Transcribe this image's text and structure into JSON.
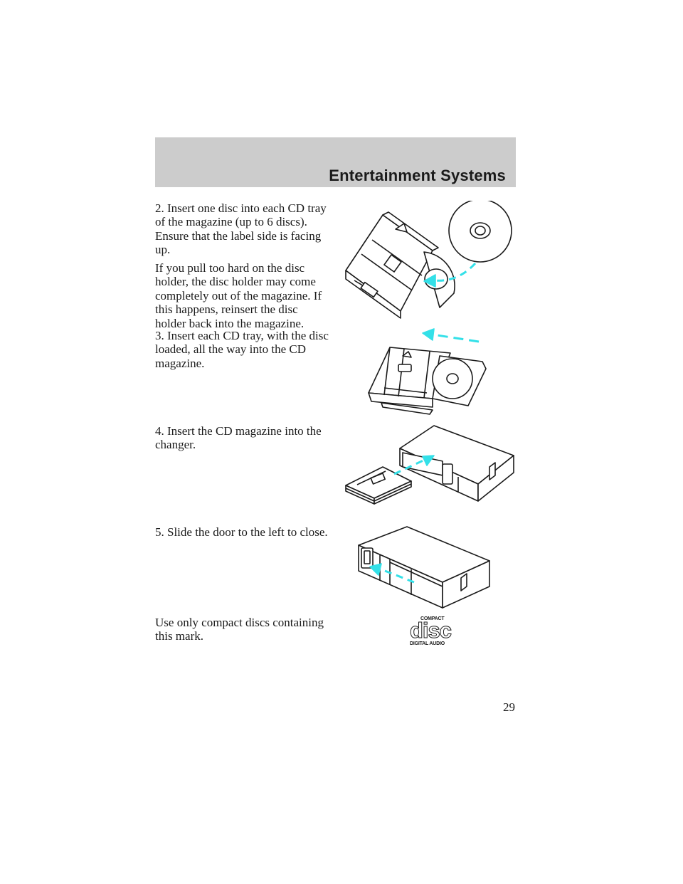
{
  "header": {
    "section_title": "Entertainment Systems"
  },
  "instructions": [
    {
      "text": "2. Insert one disc into each CD tray\nof the magazine (up to 6 discs).\nEnsure that the label side is facing\nup."
    },
    {
      "text": "If you pull too hard on the disc\nholder, the disc holder may come\ncompletely out of the magazine. If\nthis happens, reinsert the disc\nholder back into the magazine."
    },
    {
      "text": "3. Insert each CD tray, with the disc\nloaded, all the way into the CD\nmagazine."
    },
    {
      "text": "4. Insert the CD magazine into the\nchanger."
    },
    {
      "text": "5. Slide the door to the left to close."
    },
    {
      "text": "Use only compact discs containing\nthis mark."
    }
  ],
  "figures": {
    "disc_into_tray": "disc-into-tray-illustration",
    "tray_into_magazine": "tray-into-magazine-illustration",
    "magazine_into_changer": "magazine-into-changer-illustration",
    "close_door": "close-door-illustration",
    "arrow_color": "#33e0e8"
  },
  "cd_logo": {
    "top": "COMPACT",
    "middle": "disc",
    "bottom": "DIGITAL AUDIO"
  },
  "page": {
    "number": "29"
  }
}
